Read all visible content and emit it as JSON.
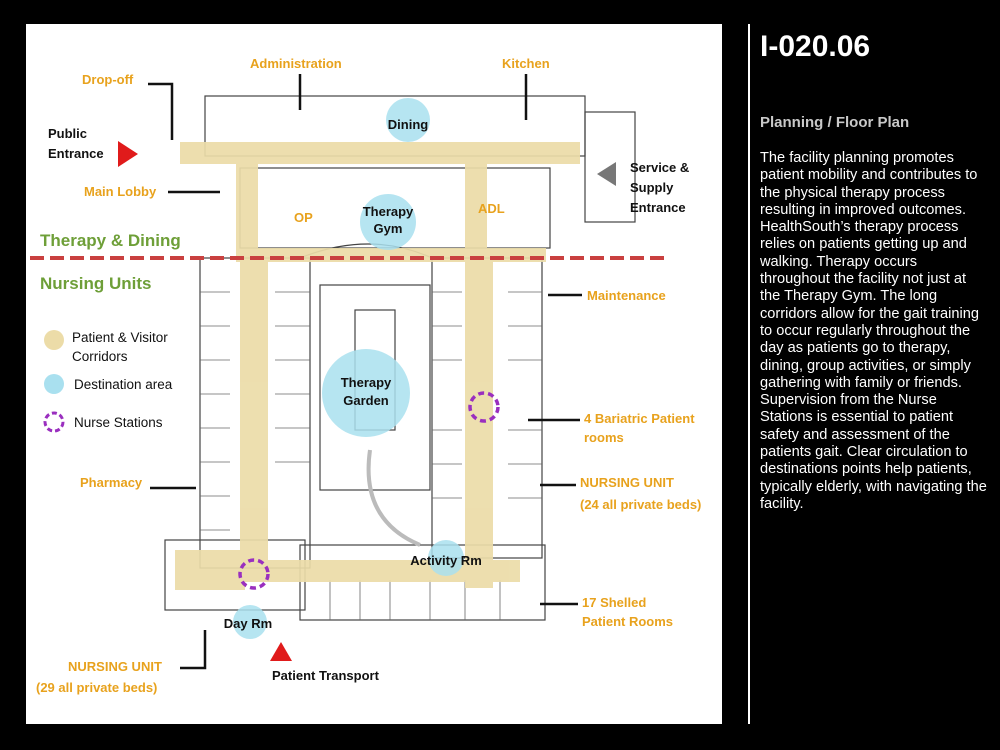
{
  "slide": {
    "id": "I-020.06",
    "heading": "Planning / Floor Plan",
    "description": "The facility planning promotes patient mobility and contributes to the physical therapy process resulting in improved outcomes. HealthSouth’s therapy process relies on patients getting up and walking. Therapy occurs throughout the facility not just at the Therapy Gym. The long corridors allow for the gait training to occur regularly throughout the day as patients go to therapy, dining, group activities, or simply gathering with family or friends. Supervision from the Nurse Stations is essential to patient safety and assessment of the patients gait. Clear circulation to destinations points help patients, typically elderly, with navigating the facility."
  },
  "plan": {
    "zones": {
      "therapy_dining": "Therapy & Dining",
      "nursing_units": "Nursing Units"
    },
    "legend": {
      "corridors": "Patient & Visitor Corridors",
      "destination": "Destination area",
      "nurse_stations": "Nurse Stations"
    },
    "labels": {
      "drop_off": "Drop-off",
      "administration": "Administration",
      "kitchen": "Kitchen",
      "public_entrance": "Public Entrance",
      "main_lobby": "Main Lobby",
      "service_entrance": "Service & Supply Entrance",
      "op": "OP",
      "adl": "ADL",
      "maintenance": "Maintenance",
      "bariatric": "4 Bariatric Patient rooms",
      "nursing_unit_east": "NURSING UNIT",
      "nursing_unit_east_beds": "(24 all private beds)",
      "pharmacy": "Pharmacy",
      "shelled": "17 Shelled Patient Rooms",
      "nursing_unit_west": "NURSING UNIT",
      "nursing_unit_west_beds": "(29 all private beds)",
      "patient_transport": "Patient Transport"
    },
    "destinations": {
      "dining": "Dining",
      "therapy_gym": "Therapy Gym",
      "therapy_garden": "Therapy Garden",
      "activity_rm": "Activity Rm",
      "day_rm": "Day Rm"
    },
    "colors": {
      "corridor": "#ecdca8",
      "destination": "#a9e0ef",
      "nurse_station": "#9a2fbf",
      "label_orange": "#e8a21d",
      "zone_green": "#6e9f38",
      "zone_line": "#c9403f",
      "entrance_arrow": "#e01b1b",
      "service_arrow": "#777777"
    }
  }
}
